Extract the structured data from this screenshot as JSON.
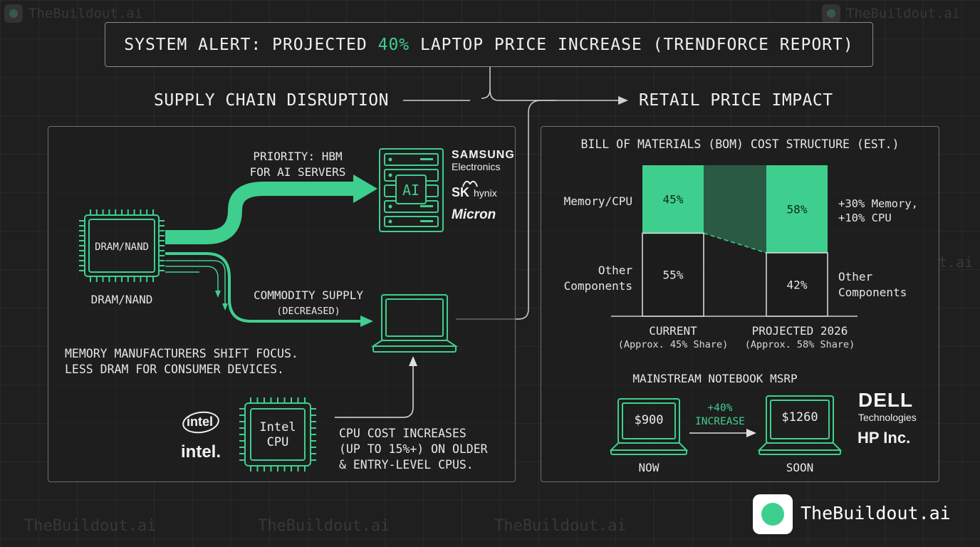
{
  "watermark": "TheBuildout.ai",
  "alert": {
    "prefix": "SYSTEM ALERT: PROJECTED ",
    "highlight": "40%",
    "suffix": " LAPTOP PRICE INCREASE (TRENDFORCE REPORT)"
  },
  "sections": {
    "left_title": "SUPPLY CHAIN DISRUPTION",
    "right_title": "RETAIL PRICE IMPACT"
  },
  "supply": {
    "chip_label": "DRAM/NAND",
    "chip_caption": "DRAM/NAND",
    "priority_line1": "PRIORITY: HBM",
    "priority_line2": "FOR AI SERVERS",
    "server_label": "AI",
    "commodity_line1": "COMMODITY SUPPLY",
    "commodity_line2": "(DECREASED)",
    "shift_line1": "MEMORY MANUFACTURERS SHIFT FOCUS.",
    "shift_line2": "LESS DRAM FOR CONSUMER DEVICES.",
    "cpu_label_line1": "Intel",
    "cpu_label_line2": "CPU",
    "cpu_text_line1": "CPU COST INCREASES",
    "cpu_text_line2": "(UP TO 15%+) ON OLDER",
    "cpu_text_line3": "& ENTRY-LEVEL CPUS.",
    "vendors": {
      "samsung_line1": "SAMSUNG",
      "samsung_line2": "Electronics",
      "skhynix_sk": "SK",
      "skhynix_hynix": "hynix",
      "micron": "Micron",
      "intel_logo1": "intel",
      "intel_logo2": "intel."
    }
  },
  "chart_data": {
    "type": "bar",
    "title": "BILL OF MATERIALS (BOM) COST STRUCTURE (EST.)",
    "categories": [
      "CURRENT",
      "PROJECTED 2026"
    ],
    "category_notes": [
      "(Approx. 45% Share)",
      "(Approx. 58% Share)"
    ],
    "series": [
      {
        "name": "Memory/CPU",
        "values": [
          45,
          58
        ],
        "labels": [
          "45%",
          "58%"
        ],
        "color": "#3ecf8e"
      },
      {
        "name": "Other Components",
        "values": [
          55,
          42
        ],
        "labels": [
          "55%",
          "42%"
        ],
        "color": "#1c1c1c"
      }
    ],
    "stacked": true,
    "ylim": [
      0,
      100
    ],
    "left_labels": {
      "memory": "Memory/CPU",
      "other_line1": "Other",
      "other_line2": "Components"
    },
    "right_labels": {
      "delta_line1": "+30% Memory,",
      "delta_line2": "+10% CPU",
      "other_line1": "Other",
      "other_line2": "Components"
    }
  },
  "msrp": {
    "title": "MAINSTREAM NOTEBOOK MSRP",
    "now_price": "$900",
    "now_label": "NOW",
    "delta_line1": "+40%",
    "delta_line2": "INCREASE",
    "soon_price": "$1260",
    "soon_label": "SOON",
    "dell": "DELL",
    "dell_sub": "Technologies",
    "hp": "HP Inc."
  },
  "brand": {
    "name": "TheBuildout.ai"
  },
  "colors": {
    "accent": "#3ecf8e",
    "background": "#1f1f1f",
    "dark_green": "#2a5a44"
  }
}
